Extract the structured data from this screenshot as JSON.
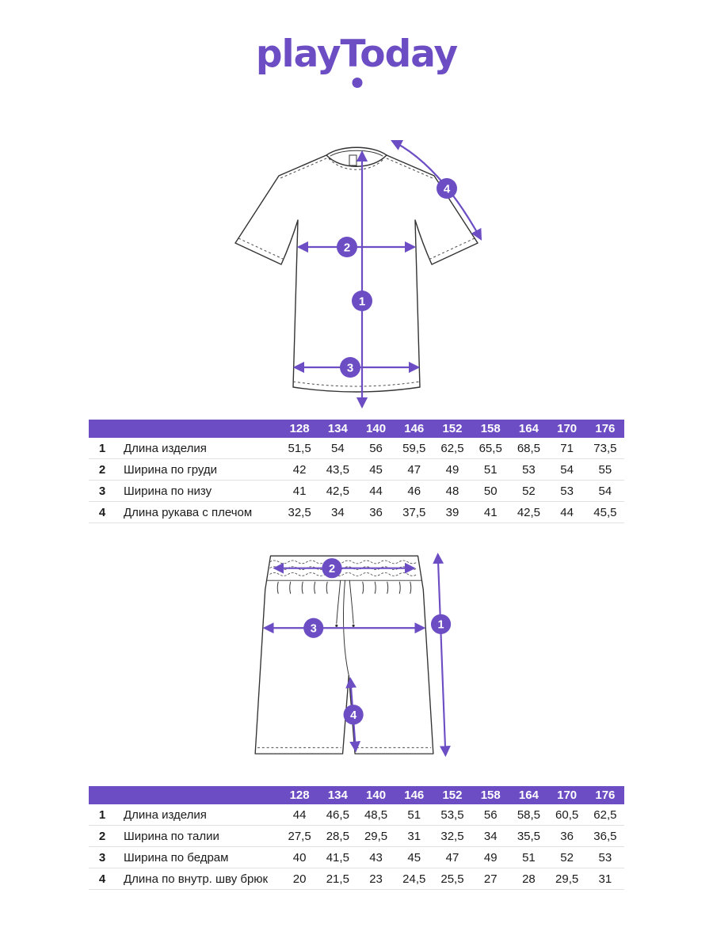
{
  "colors": {
    "brand_purple": "#6C4DC4",
    "outline": "#333333"
  },
  "brand": {
    "logo_text": "playToday"
  },
  "diagrams": {
    "tshirt": {
      "title": "t-shirt-measurement-diagram",
      "markers": [
        "1",
        "2",
        "3",
        "4"
      ]
    },
    "shorts": {
      "title": "shorts-measurement-diagram",
      "markers": [
        "1",
        "2",
        "3",
        "4"
      ]
    }
  },
  "tables": [
    {
      "name": "tshirt-size-table",
      "sizes": [
        "128",
        "134",
        "140",
        "146",
        "152",
        "158",
        "164",
        "170",
        "176"
      ],
      "rows": [
        {
          "num": "1",
          "label": "Длина изделия",
          "values": [
            "51,5",
            "54",
            "56",
            "59,5",
            "62,5",
            "65,5",
            "68,5",
            "71",
            "73,5"
          ]
        },
        {
          "num": "2",
          "label": "Ширина по груди",
          "values": [
            "42",
            "43,5",
            "45",
            "47",
            "49",
            "51",
            "53",
            "54",
            "55"
          ]
        },
        {
          "num": "3",
          "label": "Ширина по низу",
          "values": [
            "41",
            "42,5",
            "44",
            "46",
            "48",
            "50",
            "52",
            "53",
            "54"
          ]
        },
        {
          "num": "4",
          "label": "Длина рукава с плечом",
          "values": [
            "32,5",
            "34",
            "36",
            "37,5",
            "39",
            "41",
            "42,5",
            "44",
            "45,5"
          ]
        }
      ]
    },
    {
      "name": "shorts-size-table",
      "sizes": [
        "128",
        "134",
        "140",
        "146",
        "152",
        "158",
        "164",
        "170",
        "176"
      ],
      "rows": [
        {
          "num": "1",
          "label": "Длина изделия",
          "values": [
            "44",
            "46,5",
            "48,5",
            "51",
            "53,5",
            "56",
            "58,5",
            "60,5",
            "62,5"
          ]
        },
        {
          "num": "2",
          "label": "Ширина по талии",
          "values": [
            "27,5",
            "28,5",
            "29,5",
            "31",
            "32,5",
            "34",
            "35,5",
            "36",
            "36,5"
          ]
        },
        {
          "num": "3",
          "label": "Ширина по бедрам",
          "values": [
            "40",
            "41,5",
            "43",
            "45",
            "47",
            "49",
            "51",
            "52",
            "53"
          ]
        },
        {
          "num": "4",
          "label": "Длина по внутр. шву брюк",
          "values": [
            "20",
            "21,5",
            "23",
            "24,5",
            "25,5",
            "27",
            "28",
            "29,5",
            "31"
          ]
        }
      ]
    }
  ]
}
